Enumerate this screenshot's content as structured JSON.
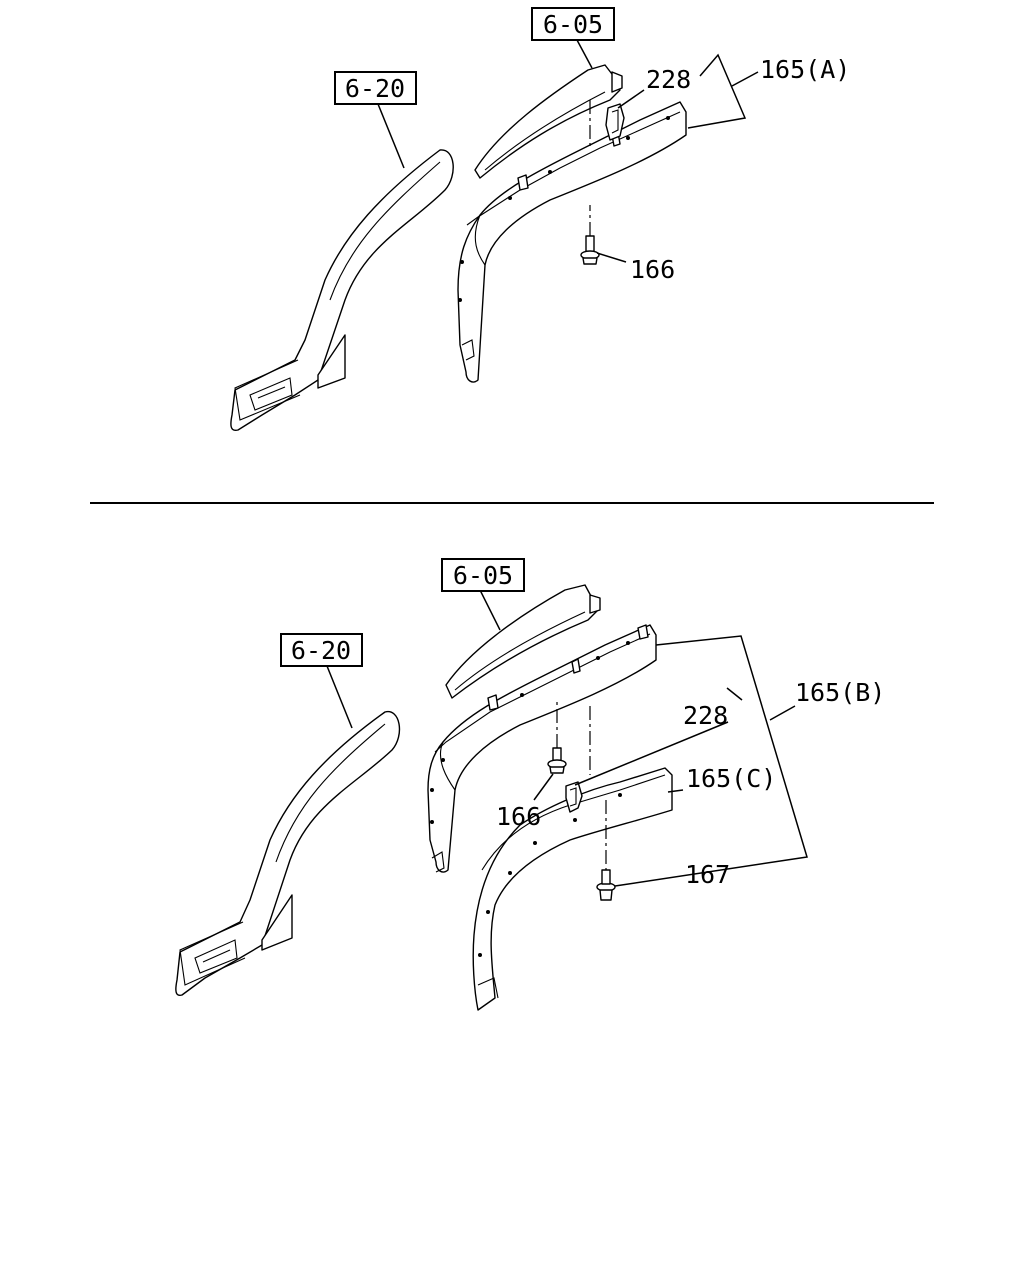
{
  "upper_view": {
    "ref_6_05": "6-05",
    "ref_6_20": "6-20",
    "callout_228": "228",
    "callout_165a": "165(A)",
    "callout_166": "166"
  },
  "lower_view": {
    "ref_6_05": "6-05",
    "ref_6_20": "6-20",
    "callout_228": "228",
    "callout_165b": "165(B)",
    "callout_165c": "165(C)",
    "callout_166": "166",
    "callout_167": "167"
  }
}
